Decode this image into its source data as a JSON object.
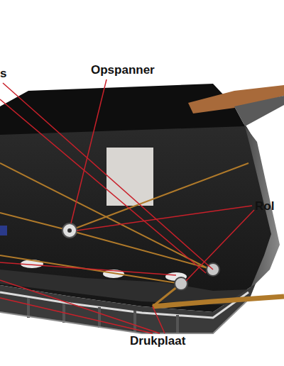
{
  "diagram": {
    "labels": [
      "s",
      "Opspanner",
      "Rol",
      "Drukplaat"
    ]
  }
}
